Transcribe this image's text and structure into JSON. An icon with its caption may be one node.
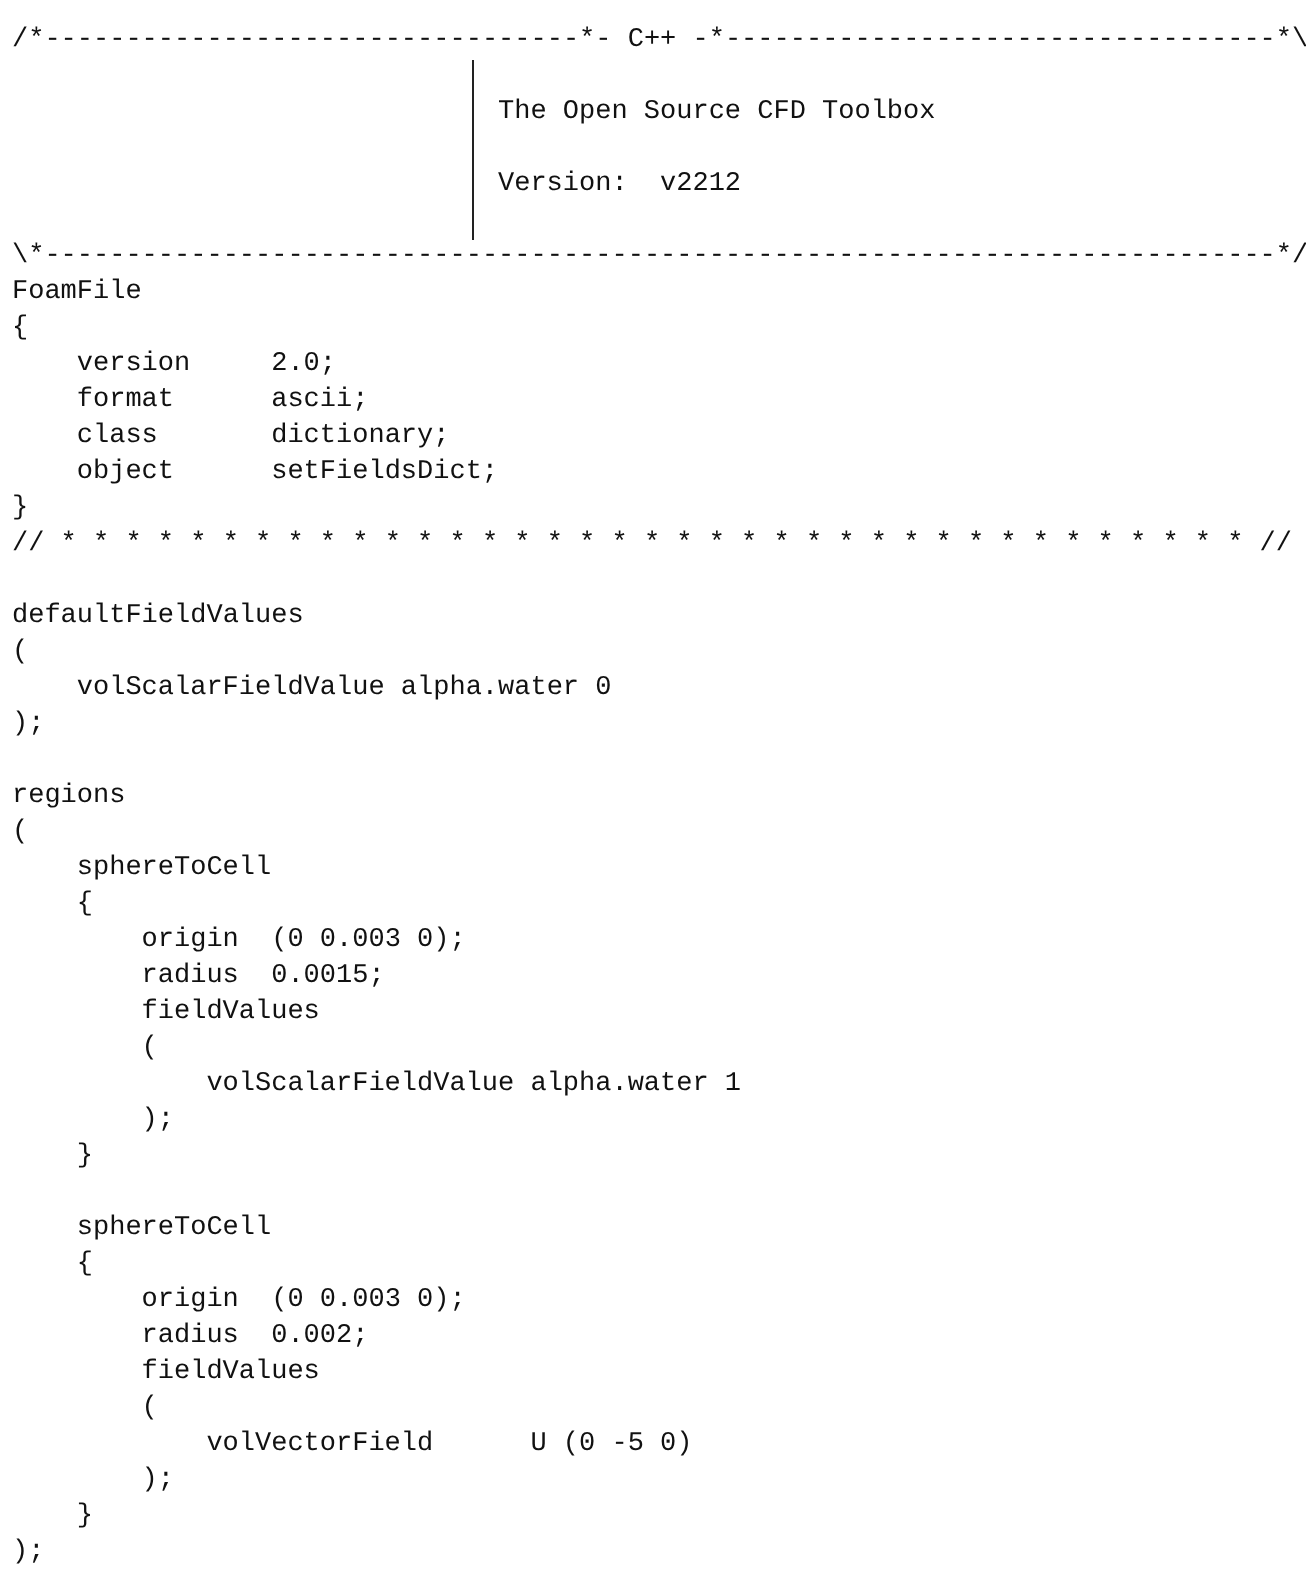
{
  "diagram": {
    "labels": [
      "/*---------------------------------*- C++ -*----------------------------------*\\",
      "The Open Source CFD Toolbox",
      "Version:  v2212",
      "\\*----------------------------------------------------------------------------*/",
      "FoamFile",
      "{",
      "version     2.0;",
      "format      ascii;",
      "class       dictionary;",
      "object      setFieldsDict;",
      "}",
      "// * * * * * * * * * * * * * * * * * * * * * * * * * * * * * * * * * * * * * //",
      "defaultFieldValues",
      "(",
      "volScalarFieldValue alpha.water 0",
      ");",
      "regions",
      "(",
      "sphereToCell",
      "{",
      "origin  (0 0.003 0);",
      "radius  0.0015;",
      "fieldValues",
      "(",
      "volScalarFieldValue alpha.water 1",
      ");",
      "}",
      "sphereToCell",
      "{",
      "origin  (0 0.003 0);",
      "radius  0.002;",
      "fieldValues",
      "(",
      "volVectorField      U (0 -5 0)",
      ");",
      "}",
      ");"
    ]
  }
}
